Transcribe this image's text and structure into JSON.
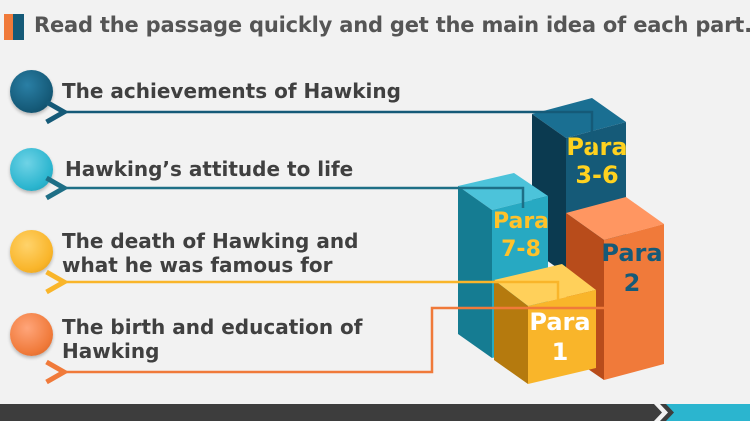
{
  "title": "Read the passage quickly and get the main idea of each part.",
  "items": [
    {
      "text": "The achievements of Hawking",
      "color": "#155a78"
    },
    {
      "text": "Hawking’s attitude to life",
      "color": "#2bb5cf"
    },
    {
      "text_line1": "The death of Hawking and",
      "text_line2": "what he was famous for",
      "color": "#f9b52a"
    },
    {
      "text_line1": "The birth and education of",
      "text_line2": "Hawking",
      "color": "#f07a3a"
    }
  ],
  "blocks": [
    {
      "line1": "Para",
      "line2": "3-6",
      "text_color": "#ffd21f"
    },
    {
      "line1": "Para",
      "line2": "7-8",
      "text_color": "#ffc22a"
    },
    {
      "line1": "Para",
      "line2": "2",
      "text_color": "#155a78"
    },
    {
      "line1": "Para",
      "line2": "1",
      "text_color": "#ffffff"
    }
  ],
  "colors": {
    "footer_dark": "#3d3d3d",
    "footer_accent": "#2bb5cf"
  }
}
